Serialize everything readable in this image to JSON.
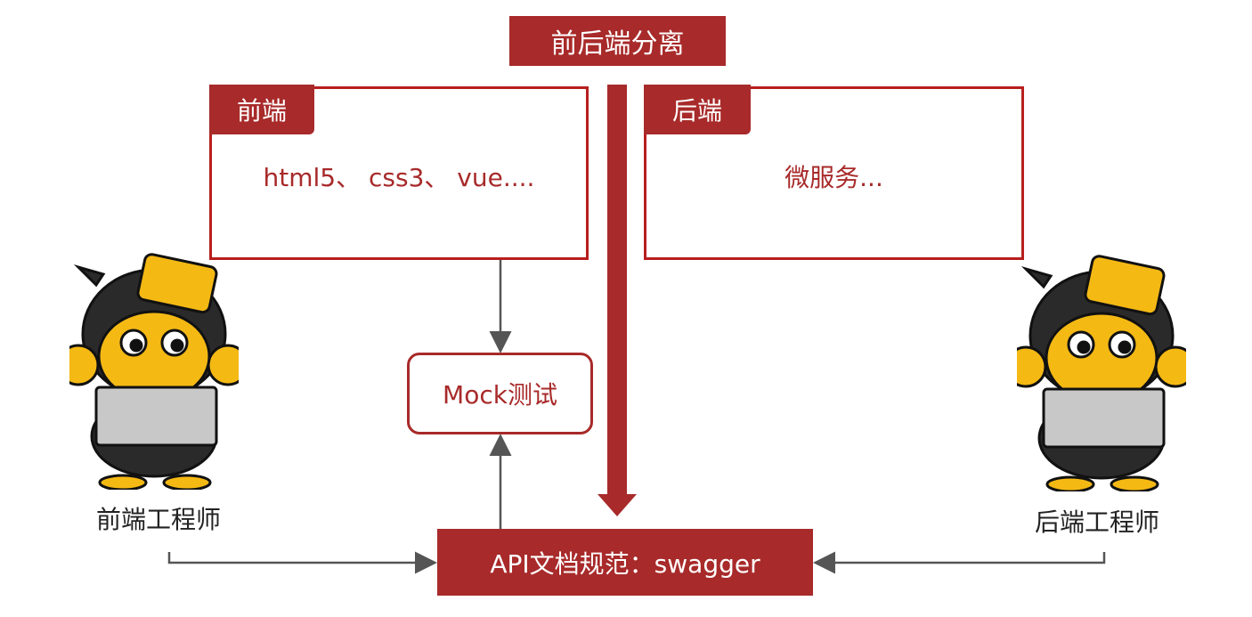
{
  "title": "前后端分离",
  "frontend": {
    "tag": "前端",
    "tech": "html5、 css3、 vue...."
  },
  "backend": {
    "tag": "后端",
    "tech": "微服务..."
  },
  "mock": "Mock测试",
  "api": "API文档规范：swagger",
  "frontend_engineer": "前端工程师",
  "backend_engineer": "后端工程师",
  "colors": {
    "accent": "#a82a2a",
    "border": "#b81e1e",
    "arrow": "#555555"
  }
}
